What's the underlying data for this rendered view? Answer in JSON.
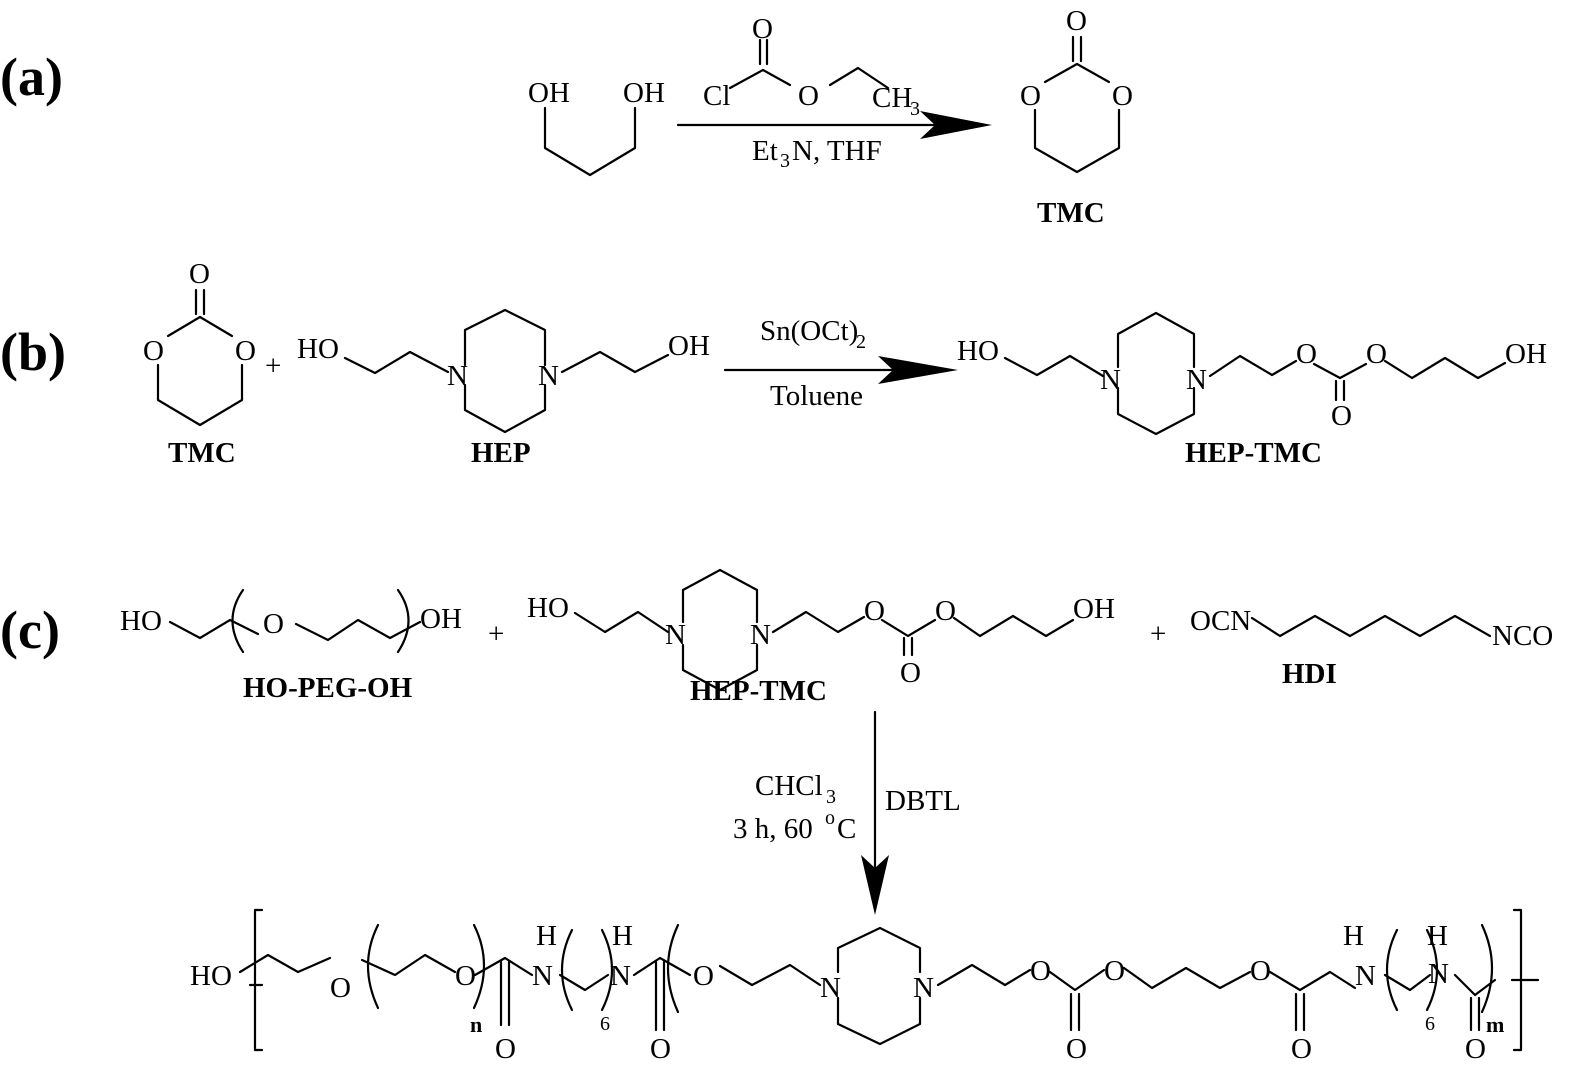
{
  "panels": {
    "a": {
      "label": "(a)",
      "reactant_oh_left": "OH",
      "reactant_oh_right": "OH",
      "reagent_cl": "Cl",
      "reagent_o_top": "O",
      "reagent_o_ester": "O",
      "reagent_ch3": "CH",
      "reagent_ch3_sub": "3",
      "conditions_line1": "Et",
      "conditions_sub": "3",
      "conditions_line2": "N, THF",
      "product_o_top": "O",
      "product_o_left": "O",
      "product_o_right": "O",
      "product_name": "TMC"
    },
    "b": {
      "label": "(b)",
      "tmc_o_top": "O",
      "tmc_o_left": "O",
      "tmc_o_right": "O",
      "tmc_name": "TMC",
      "plus": "+",
      "hep_ho": "HO",
      "hep_n1": "N",
      "hep_n2": "N",
      "hep_oh": "OH",
      "hep_name": "HEP",
      "catalyst": "Sn(OCt)",
      "catalyst_sub": "2",
      "solvent": "Toluene",
      "prod_ho": "HO",
      "prod_n1": "N",
      "prod_n2": "N",
      "prod_o1": "O",
      "prod_o2": "O",
      "prod_o3": "O",
      "prod_oh": "OH",
      "prod_name": "HEP-TMC"
    },
    "c": {
      "label": "(c)",
      "peg_ho": "HO",
      "peg_o": "O",
      "peg_oh": "OH",
      "peg_name": "HO-PEG-OH",
      "plus1": "+",
      "hep_ho": "HO",
      "hep_n1": "N",
      "hep_n2": "N",
      "hep_o1": "O",
      "hep_o2": "O",
      "hep_o3": "O",
      "hep_oh": "OH",
      "hep_name": "HEP-TMC",
      "plus2": "+",
      "hdi_ocn": "OCN",
      "hdi_nco": "NCO",
      "hdi_name": "HDI",
      "cond_solvent": "CHCl",
      "cond_solvent_sub": "3",
      "cond_time": "3 h, 60 ",
      "cond_deg": "o",
      "cond_unit": "C",
      "cond_catalyst": "DBTL",
      "poly_ho": "HO",
      "poly_o1": "O",
      "poly_o2": "O",
      "poly_o3": "O",
      "poly_o4": "O",
      "poly_o5": "O",
      "poly_o6": "O",
      "poly_o7": "O",
      "poly_o8": "O",
      "poly_o9": "O",
      "poly_o10": "O",
      "poly_o11": "O",
      "poly_h1": "H",
      "poly_n1": "N",
      "poly_h2": "H",
      "poly_n2": "N",
      "poly_n3": "N",
      "poly_n4": "N",
      "poly_h3": "H",
      "poly_n5": "N",
      "poly_h4": "H",
      "poly_n6": "N",
      "poly_6a": "6",
      "poly_6b": "6",
      "poly_n_index": "n",
      "poly_m_index": "m"
    }
  }
}
